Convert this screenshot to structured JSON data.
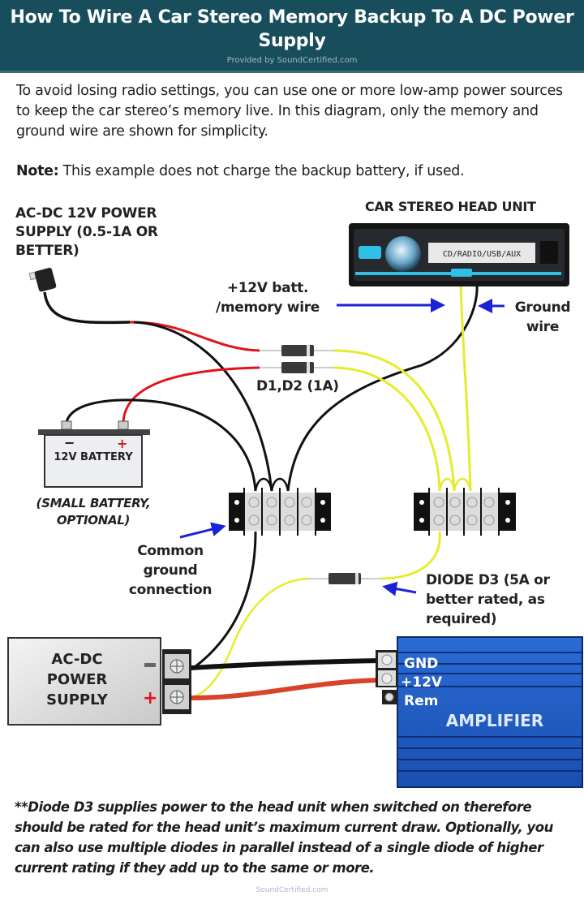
{
  "header": {
    "title": "How To Wire A Car Stereo Memory Backup To A DC Power Supply",
    "provided_by": "Provided by SoundCertified.com",
    "background_color": "#184e5c"
  },
  "intro": {
    "text": "To avoid losing radio settings, you can use one or more low-amp power sources to keep the car stereo’s memory live. In this diagram, only the memory and ground wire are shown for simplicity.",
    "note_label": "Note:",
    "note_text": " This example does not charge the backup battery, if used."
  },
  "diagram": {
    "labels": {
      "ac_dc_adapter": [
        "AC-DC 12V POWER",
        "SUPPLY (0.5-1A OR",
        "BETTER)"
      ],
      "head_unit_title": "CAR STEREO HEAD UNIT",
      "head_unit_display": "CD/RADIO/USB/AUX",
      "memory_wire": [
        "+12V batt.",
        "/memory wire"
      ],
      "ground_wire": [
        "Ground",
        "wire"
      ],
      "diodes_d1_d2": "D1,D2 (1A)",
      "battery_name": "12V BATTERY",
      "battery_minus": "−",
      "battery_plus": "+",
      "battery_caption": [
        "(SMALL BATTERY,",
        "OPTIONAL)"
      ],
      "common_ground": [
        "Common",
        "ground",
        "connection"
      ],
      "diode_d3": [
        "DIODE D3 (5A or",
        "better rated, as",
        "required)"
      ],
      "power_supply": [
        "AC-DC",
        "POWER",
        "SUPPLY"
      ],
      "ps_minus": "−",
      "ps_plus": "+",
      "amp_gnd": "GND",
      "amp_12v": "+12V",
      "amp_rem": "Rem",
      "amplifier": "AMPLIFIER"
    },
    "colors": {
      "red_wire": "#e0141c",
      "black_wire": "#111111",
      "yellow_wire": "#e6ec2c",
      "orange_wire": "#d9432a",
      "arrow_blue": "#1a22d8",
      "amplifier_blue": "#1d5bc4",
      "head_unit_accent": "#2ec0e6"
    }
  },
  "footnote": {
    "text": "**Diode D3 supplies power to the head unit when switched on therefore should be rated for the head unit’s maximum current draw. Optionally, you can also use multiple diodes in parallel instead of a single diode of higher current rating if they add up to the same or more."
  },
  "credit": "SoundCertified.com"
}
